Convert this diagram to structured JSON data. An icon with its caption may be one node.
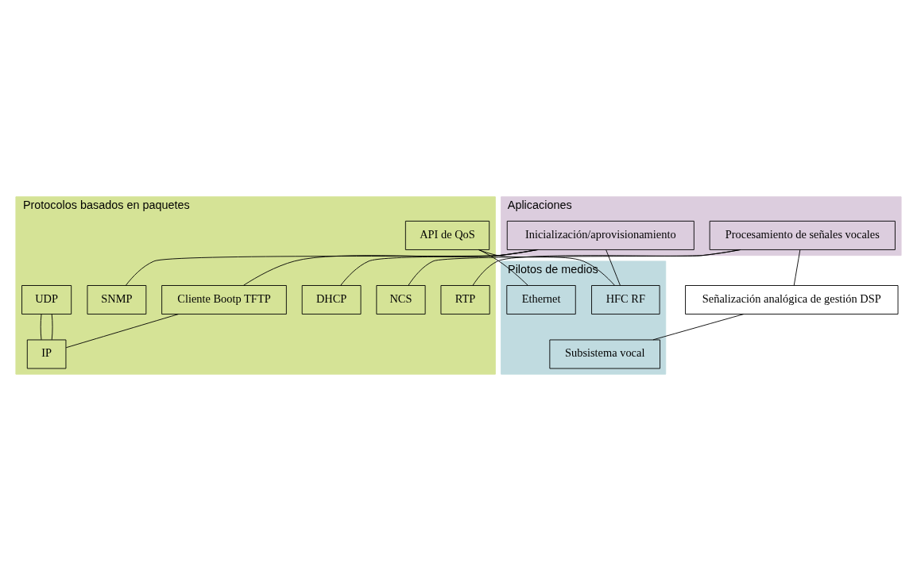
{
  "diagram": {
    "nodes": [
      {
        "text": [
          "Aplicaciones"
        ]
      },
      {
        "text": [
          "Inicialización/aprovisionamiento"
        ],
        "in": 0
      },
      {
        "text": [
          "Procesamiento de señales vocales"
        ],
        "in": 0
      },
      {
        "text": [
          "Protocolos basados en paquetes"
        ]
      },
      {
        "text": [
          "Cliente Bootp TFTP"
        ],
        "in": 3
      },
      {
        "text": [
          "SNMP"
        ],
        "in": 3
      },
      {
        "text": [
          "RTP"
        ],
        "in": 3
      },
      {
        "text": [
          "NCS"
        ],
        "in": 3
      },
      {
        "text": [
          "DHCP"
        ],
        "in": 3
      },
      {
        "text": [
          "UDP"
        ],
        "in": 3
      },
      {
        "text": [
          "IP"
        ],
        "in": 3
      },
      {
        "text": [
          "API de QoS"
        ],
        "in": 3
      },
      {
        "text": [
          "Señalización analógica de gestión DSP"
        ]
      },
      {
        "text": [
          "Pilotos de medios"
        ]
      },
      {
        "text": [
          "HFC RF"
        ],
        "in": 13
      },
      {
        "text": [
          "Ethernet"
        ],
        "in": 13
      },
      {
        "text": [
          "Subsistema vocal"
        ],
        "in": 13
      }
    ],
    "edges": [
      {
        "from": 1,
        "to": 14,
        "arrow": "none"
      },
      {
        "from": 1,
        "to": 8,
        "arrow": "none"
      },
      {
        "from": 1,
        "to": 4,
        "arrow": "none"
      },
      {
        "from": 1,
        "to": 5,
        "arrow": "none"
      },
      {
        "from": 2,
        "to": 6,
        "arrow": "none"
      },
      {
        "from": 2,
        "to": 7,
        "arrow": "none"
      },
      {
        "from": 2,
        "to": 12,
        "arrow": "none"
      },
      {
        "from": 4,
        "to": 10,
        "arrow": "none"
      },
      {
        "from": 9,
        "to": 10,
        "arrow": "none"
      },
      {
        "from": 9,
        "to": 10,
        "arrow": "none"
      },
      {
        "from": 11,
        "to": 14,
        "arrow": "none"
      },
      {
        "from": 11,
        "to": 15,
        "arrow": "none"
      },
      {
        "from": 12,
        "to": 16,
        "arrow": "none"
      }
    ]
  }
}
